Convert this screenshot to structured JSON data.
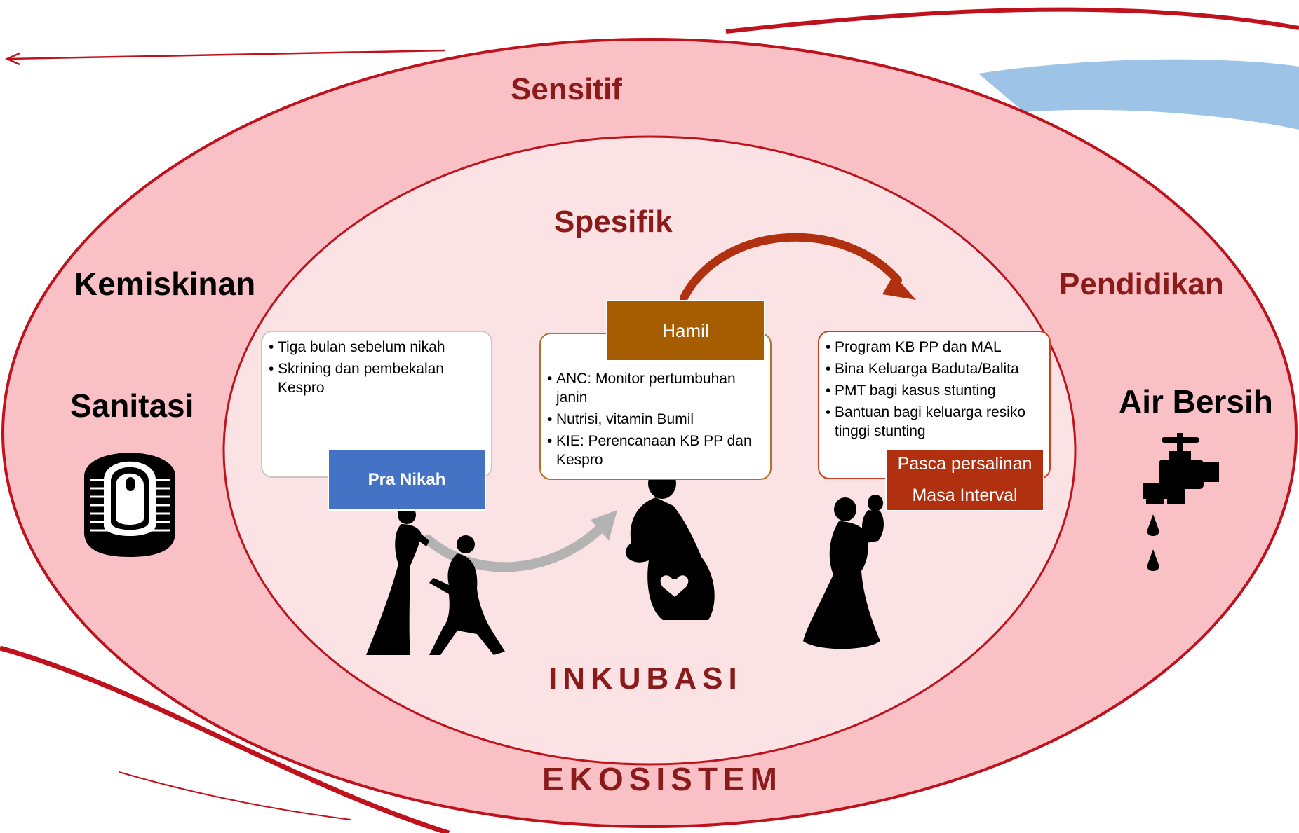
{
  "outer": {
    "label_top": "Sensitif",
    "label_bottom": "EKOSISTEM",
    "left_top": "Kemiskinan",
    "left_bottom": "Sanitasi",
    "right_top": "Pendidikan",
    "right_bottom": "Air Bersih"
  },
  "inner": {
    "label_top": "Spesifik",
    "label_bottom": "INKUBASI"
  },
  "stages": [
    {
      "title": "Pra Nikah",
      "items": [
        "Tiga bulan sebelum nikah",
        "Skrining dan pembekalan Kespro"
      ]
    },
    {
      "title": "Hamil",
      "items": [
        "ANC: Monitor pertumbuhan janin",
        "Nutrisi, vitamin Bumil",
        "KIE: Perencanaan KB PP dan Kespro"
      ]
    },
    {
      "title_line1": "Pasca persalinan",
      "title_line2": "Masa Interval",
      "items": [
        "Program KB PP dan MAL",
        "Bina Keluarga Baduta/Balita",
        "PMT bagi kasus stunting",
        "Bantuan bagi keluarga resiko tinggi stunting"
      ]
    }
  ],
  "icons": {
    "toilet": "squat-toilet-icon",
    "tap": "water-tap-icon",
    "couple": "proposal-couple-silhouette",
    "pregnant": "pregnant-woman-silhouette",
    "mother": "mother-baby-silhouette"
  },
  "colors": {
    "outer_fill": "#f9c0c6",
    "inner_fill": "#fbe2e4",
    "ellipse_stroke": "#c0121c",
    "label_red": "#8b1a1a",
    "pra_nikah": "#4472c4",
    "hamil": "#a65c00",
    "pasca": "#b0300f",
    "arrow_gray": "#b3b3b3",
    "arrow_red": "#b03010",
    "swoosh_blue": "#9dc3e6"
  }
}
